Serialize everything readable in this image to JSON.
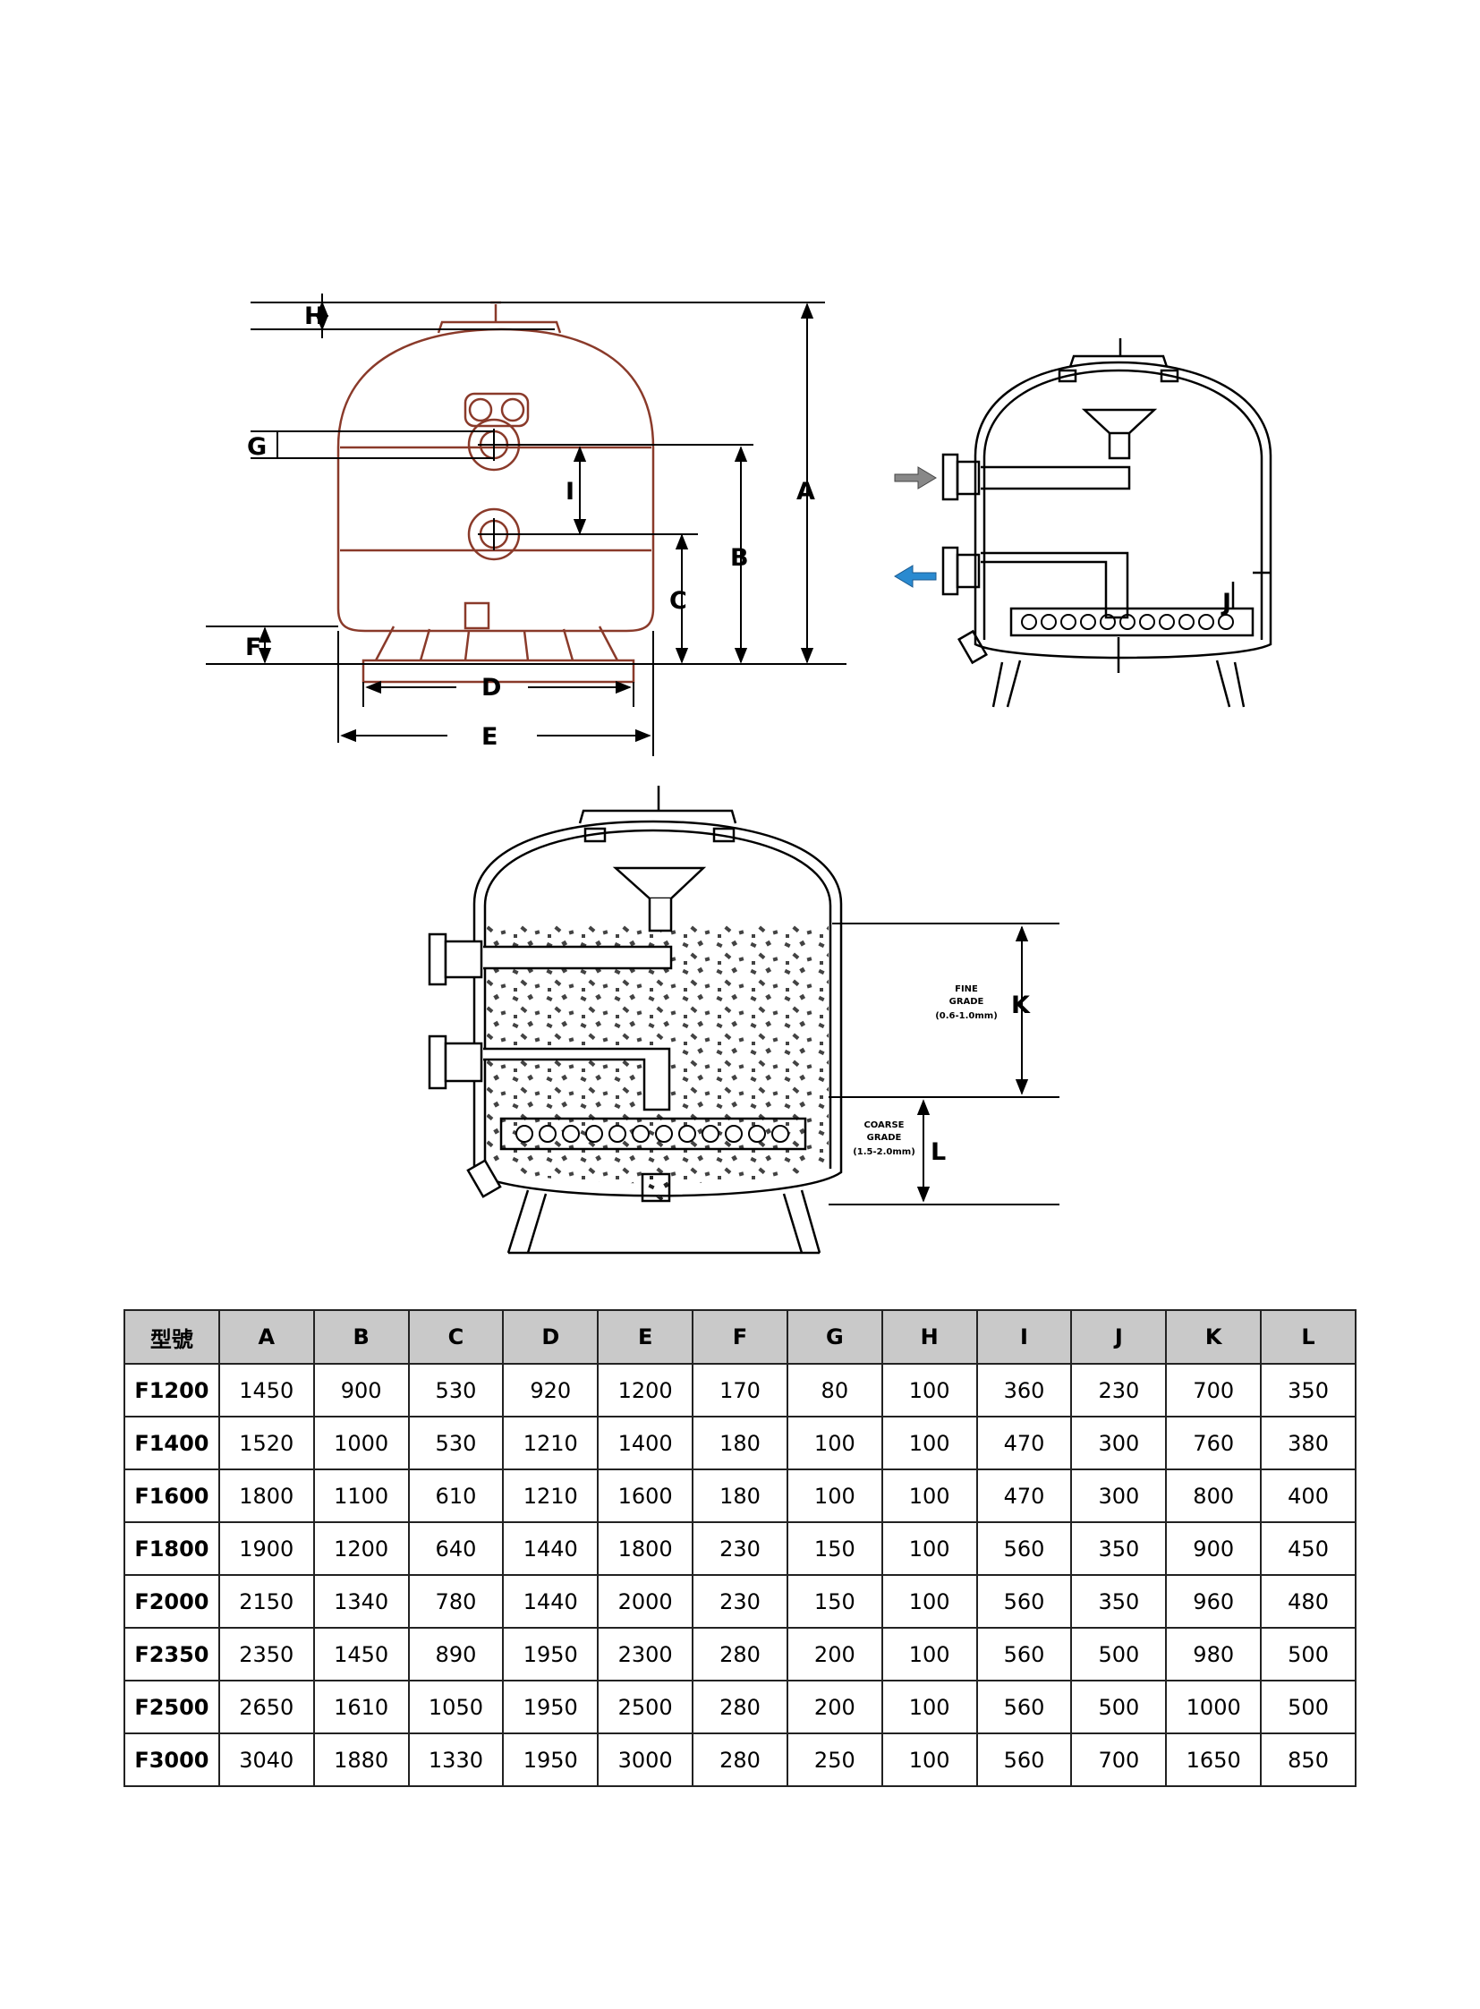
{
  "diagram_labels": {
    "A": "A",
    "B": "B",
    "C": "C",
    "D": "D",
    "E": "E",
    "F": "F",
    "G": "G",
    "H": "H",
    "I": "I",
    "J": "J",
    "K": "K",
    "L": "L"
  },
  "media_labels": {
    "fine_line1": "FINE",
    "fine_line2": "GRADE",
    "fine_line3": "(0.6-1.0mm)",
    "coarse_line1": "COARSE",
    "coarse_line2": "GRADE",
    "coarse_line3": "(1.5-2.0mm)"
  },
  "table": {
    "headers": [
      "型號",
      "A",
      "B",
      "C",
      "D",
      "E",
      "F",
      "G",
      "H",
      "I",
      "J",
      "K",
      "L"
    ],
    "rows": [
      [
        "F1200",
        "1450",
        "900",
        "530",
        "920",
        "1200",
        "170",
        "80",
        "100",
        "360",
        "230",
        "700",
        "350"
      ],
      [
        "F1400",
        "1520",
        "1000",
        "530",
        "1210",
        "1400",
        "180",
        "100",
        "100",
        "470",
        "300",
        "760",
        "380"
      ],
      [
        "F1600",
        "1800",
        "1100",
        "610",
        "1210",
        "1600",
        "180",
        "100",
        "100",
        "470",
        "300",
        "800",
        "400"
      ],
      [
        "F1800",
        "1900",
        "1200",
        "640",
        "1440",
        "1800",
        "230",
        "150",
        "100",
        "560",
        "350",
        "900",
        "450"
      ],
      [
        "F2000",
        "2150",
        "1340",
        "780",
        "1440",
        "2000",
        "230",
        "150",
        "100",
        "560",
        "350",
        "960",
        "480"
      ],
      [
        "F2350",
        "2350",
        "1450",
        "890",
        "1950",
        "2300",
        "280",
        "200",
        "100",
        "560",
        "500",
        "980",
        "500"
      ],
      [
        "F2500",
        "2650",
        "1610",
        "1050",
        "1950",
        "2500",
        "280",
        "200",
        "100",
        "560",
        "500",
        "1000",
        "500"
      ],
      [
        "F3000",
        "3040",
        "1880",
        "1330",
        "1950",
        "3000",
        "280",
        "250",
        "100",
        "560",
        "700",
        "1650",
        "850"
      ]
    ]
  },
  "colors": {
    "tank_outline": "#8a3a2a",
    "in_arrow": "#888888",
    "out_arrow": "#2a8ad0",
    "header_bg": "#c9c9c9"
  }
}
